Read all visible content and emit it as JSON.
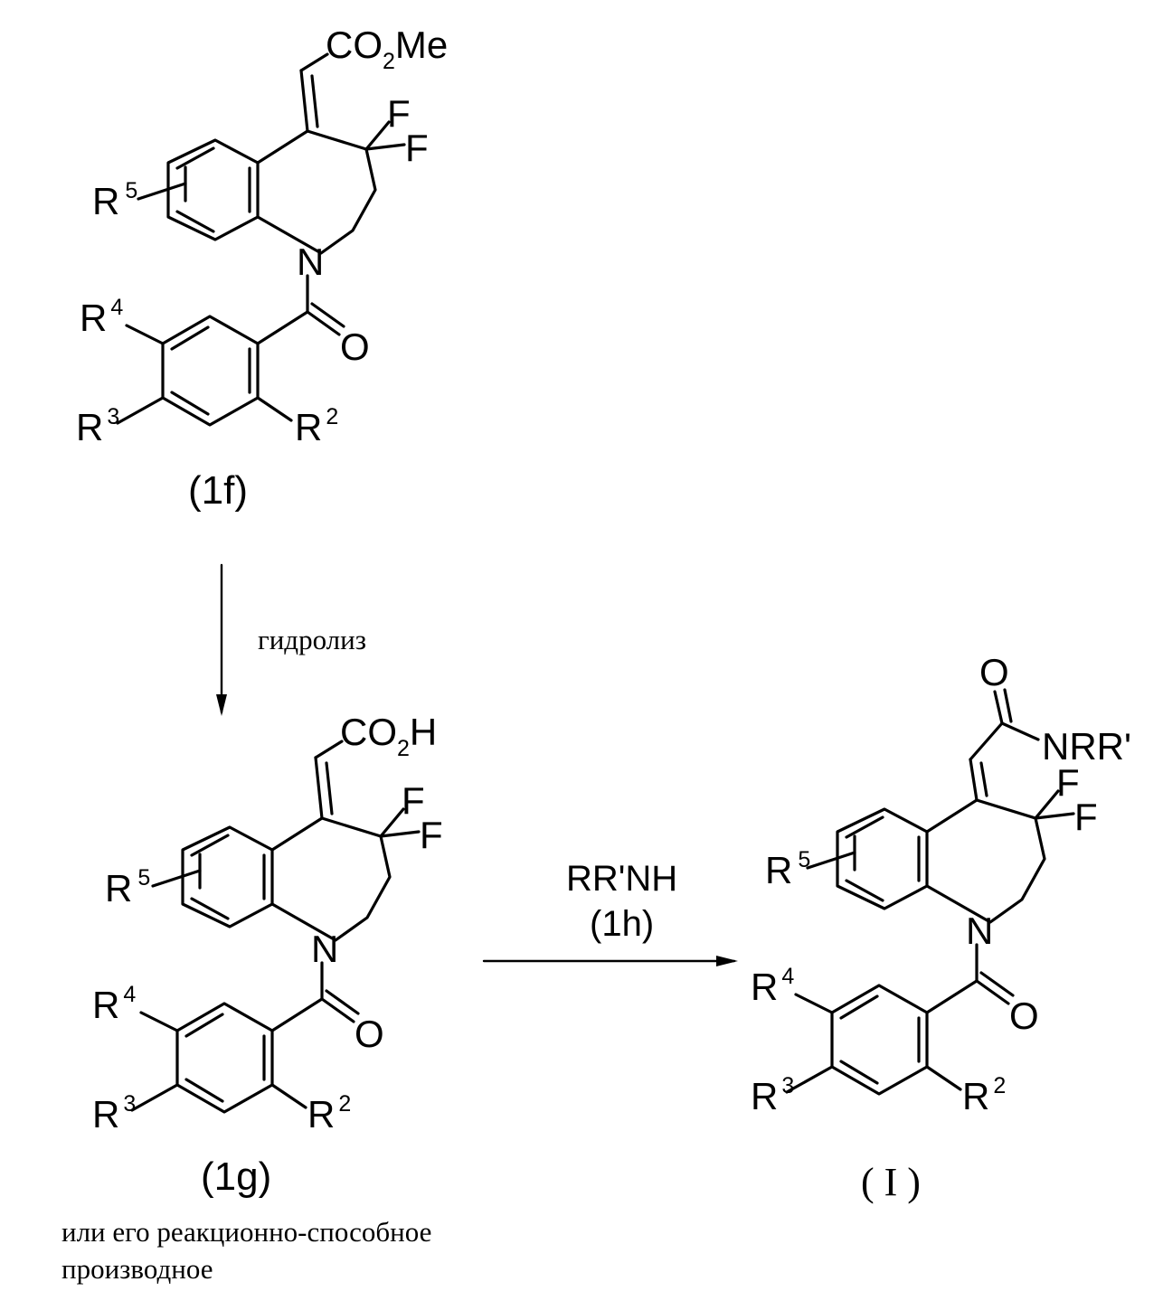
{
  "compounds": [
    {
      "id": "1f",
      "label": "(1f)",
      "side_chain": "CO2Me",
      "fluoro": [
        "F",
        "F"
      ],
      "nitrogen": "N",
      "carbonyl_oxygen": "O",
      "substituents": [
        "R5",
        "R4",
        "R3",
        "R2"
      ]
    },
    {
      "id": "1g",
      "label": "(1g)",
      "side_chain": "CO2H",
      "fluoro": [
        "F",
        "F"
      ],
      "nitrogen": "N",
      "carbonyl_oxygen": "O",
      "substituents": [
        "R5",
        "R4",
        "R3",
        "R2"
      ],
      "note_lines": [
        "или его реакционно-способное",
        "производное"
      ]
    },
    {
      "id": "I",
      "label": "( I )",
      "side_chain": "C(=O)NRR'",
      "amide_oxygen": "O",
      "amide_group": "NRR'",
      "fluoro": [
        "F",
        "F"
      ],
      "nitrogen": "N",
      "carbonyl_oxygen": "O",
      "substituents": [
        "R5",
        "R4",
        "R3",
        "R2"
      ]
    }
  ],
  "steps": [
    {
      "from": "1f",
      "to": "1g",
      "direction": "down",
      "condition": "гидролиз"
    },
    {
      "from": "1g",
      "to": "I",
      "direction": "right",
      "reagent": "RR'NH",
      "reagent_label": "(1h)"
    }
  ],
  "text": {
    "co2me_main": "CO",
    "co2me_sub": "2",
    "co2me_tail": "Me",
    "co2h_main": "CO",
    "co2h_sub": "2",
    "co2h_tail": "H",
    "fluorine": "F",
    "nitrogen": "N",
    "oxygen": "O",
    "r": "R",
    "r2": "2",
    "r3": "3",
    "r4": "4",
    "r5": "5",
    "nrr": "NRR'",
    "label_1f": "(1f)",
    "label_1g": "(1g)",
    "label_I": "( I )",
    "hydrolysis": "гидролиз",
    "reagent": "RR'NH",
    "reagent_label": "(1h)",
    "note_line1": "или его реакционно-способное",
    "note_line2": "производное"
  }
}
